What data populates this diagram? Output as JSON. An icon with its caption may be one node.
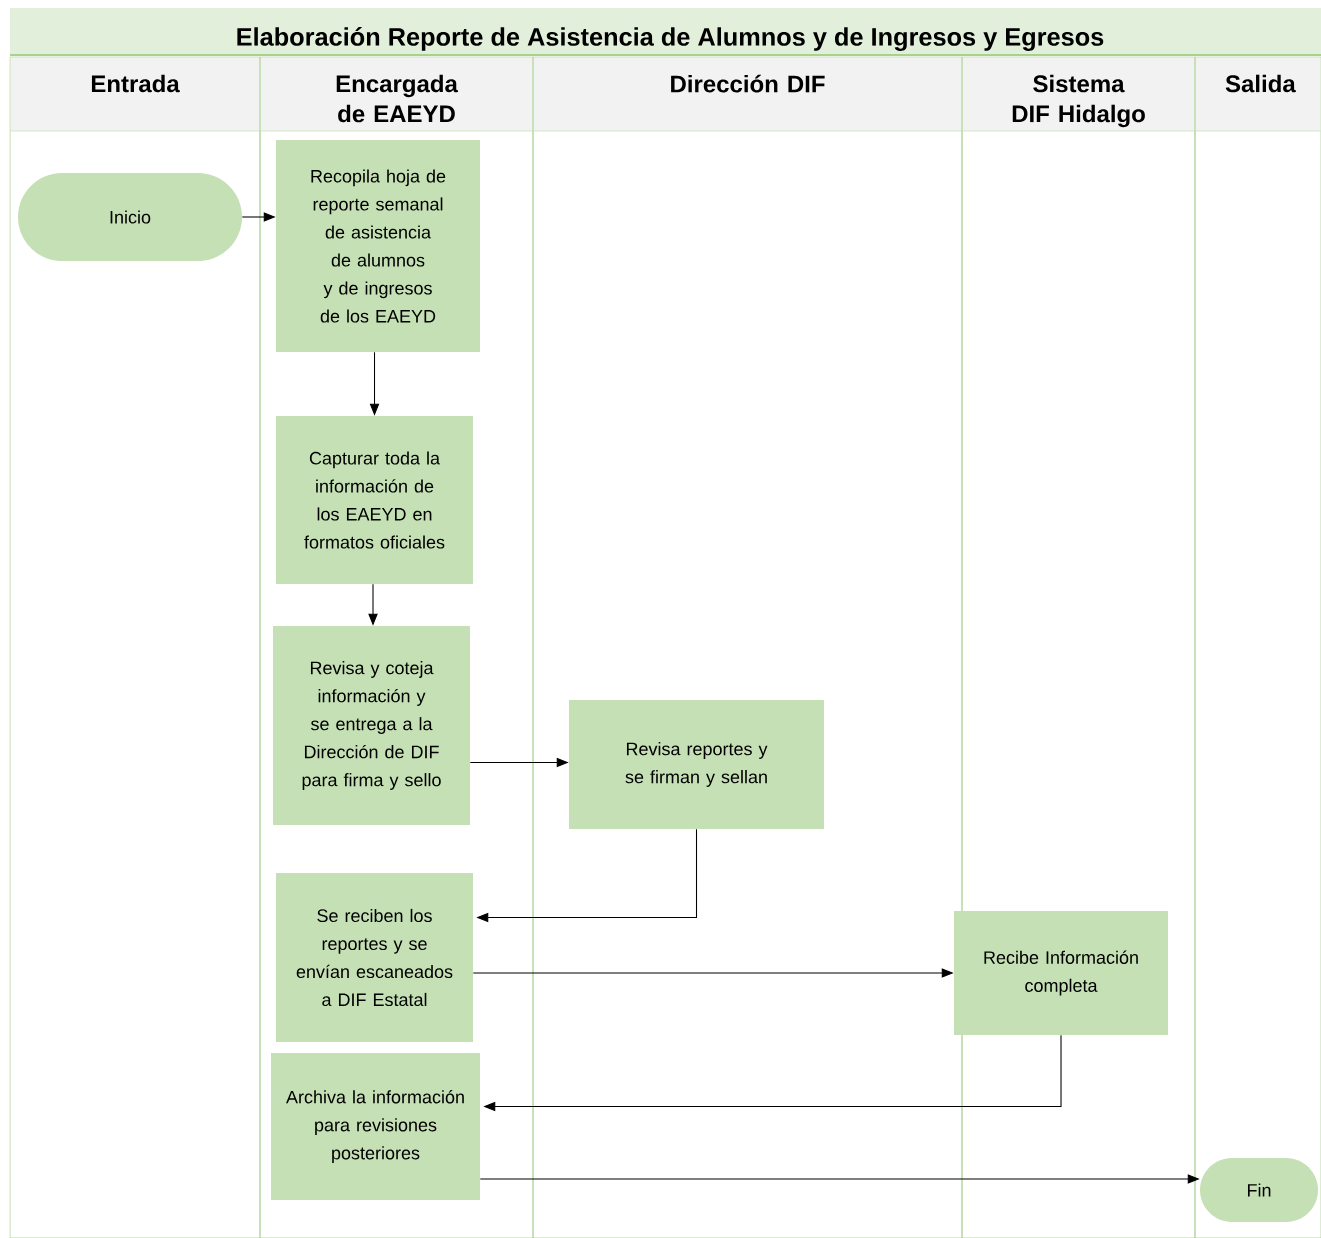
{
  "diagram": {
    "title": "Elaboración Reporte de Asistencia de Alumnos y de Ingresos y Egresos",
    "nodes": [
      {
        "text": [
          "Entrada"
        ]
      },
      {
        "text": [
          "Encargada de EAEYD"
        ]
      },
      {
        "text": [
          "Dirección DIF"
        ]
      },
      {
        "text": [
          "Sistema DIF Hidalgo"
        ]
      },
      {
        "text": [
          "Salida"
        ]
      },
      {
        "text": [
          "Inicio"
        ],
        "in": 0
      },
      {
        "text": [
          "Recopila hoja de reporte semanal de asistencia de alumnos y de ingresos de los EAEYD"
        ],
        "in": 1
      },
      {
        "text": [
          "Capturar toda la información de los EAEYD en formatos oficiales"
        ],
        "in": 1
      },
      {
        "text": [
          "Revisa y coteja información y se entrega a la Dirección de DIF para firma y sello"
        ],
        "in": 1
      },
      {
        "text": [
          "Revisa reportes y se firman y sellan"
        ],
        "in": 2
      },
      {
        "text": [
          "Se reciben los reportes y se envían escaneados a DIF Estatal"
        ],
        "in": 1
      },
      {
        "text": [
          "Recibe Información completa"
        ],
        "in": 3
      },
      {
        "text": [
          "Archiva la información para revisiones posteriores"
        ],
        "in": 1
      },
      {
        "text": [
          "Fin"
        ],
        "in": 4
      }
    ],
    "edges": [
      {
        "from": 5,
        "to": 6,
        "arrow": "to"
      },
      {
        "from": 6,
        "to": 7,
        "arrow": "to"
      },
      {
        "from": 7,
        "to": 8,
        "arrow": "to"
      },
      {
        "from": 8,
        "to": 9,
        "arrow": "to"
      },
      {
        "from": 9,
        "to": 10,
        "arrow": "to"
      },
      {
        "from": 10,
        "to": 11,
        "arrow": "to"
      },
      {
        "from": 11,
        "to": 12,
        "arrow": "to"
      },
      {
        "from": 12,
        "to": 13,
        "arrow": "to"
      }
    ]
  }
}
